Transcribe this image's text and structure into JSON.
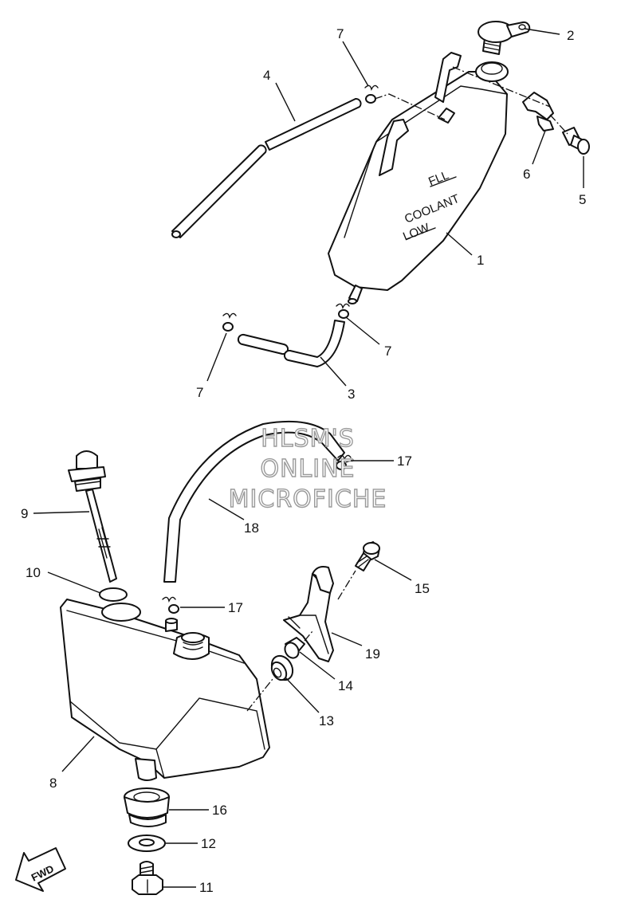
{
  "reservoir_labels": {
    "full": "FLL",
    "coolant": "COOLANT",
    "low": "LOW"
  },
  "watermark": {
    "line1": "HLSM'S",
    "line2": "ONLINE",
    "line3": "MICROFICHE"
  },
  "direction_badge": "FWD",
  "callouts": {
    "reservoir_tank": "1",
    "reservoir_cap": "2",
    "lower_hose": "3",
    "breather_hose": "4",
    "bolt": "5",
    "holder": "6",
    "clip_top": "7",
    "clip_right": "7",
    "clip_left": "7",
    "oil_tank": "8",
    "dipstick": "9",
    "o_ring": "10",
    "drain_bolt": "11",
    "gasket": "12",
    "grommet": "13",
    "collar": "14",
    "bracket_bolt": "15",
    "union": "16",
    "clip_upper": "17",
    "clip_lower": "17",
    "oil_hose": "18",
    "bracket": "19"
  }
}
